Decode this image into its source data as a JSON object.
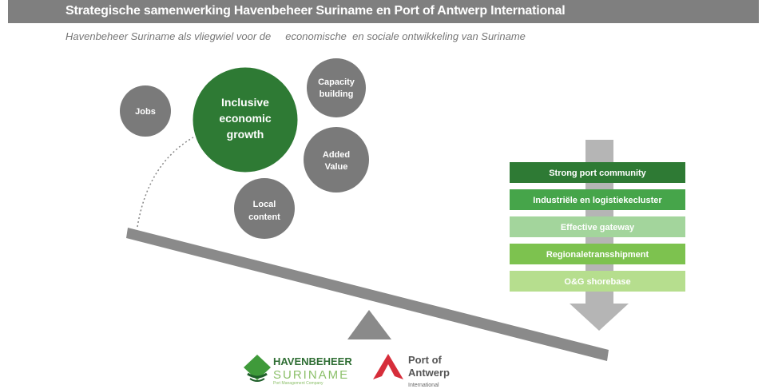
{
  "header": {
    "title": "Strategische samenwerking Havenbeheer Suriname en Port of Antwerp International",
    "subtitle": "Havenbeheer Suriname als vliegwiel voor de     economische  en sociale ontwikkeling van Suriname"
  },
  "circles": {
    "jobs": "Jobs",
    "inclusive": [
      "Inclusive",
      "economic",
      "growth"
    ],
    "capacity": [
      "Capacity",
      "building"
    ],
    "added": [
      "Added",
      "Value"
    ],
    "local": [
      "Local",
      "content"
    ]
  },
  "boxes": [
    {
      "label": "Strong port community",
      "color": "#2e7a34"
    },
    {
      "label": "Industriële en logistiekecluster",
      "color": "#46a54a"
    },
    {
      "label": "Effective gateway",
      "color": "#a3d59c"
    },
    {
      "label": "Regionaletransshipment",
      "color": "#7dc24f"
    },
    {
      "label": "O&G shorebase",
      "color": "#b6de8e"
    }
  ],
  "logos": {
    "havenbeheer": [
      "HAVENBEHEER",
      "SURINAME",
      "Port Management Company"
    ],
    "antwerp": [
      "Port of",
      "Antwerp",
      "International"
    ]
  },
  "colors": {
    "circle_gray": "#7a7a7a",
    "dark_green": "#2e7a34",
    "arrow_gray": "#b5b5b5"
  }
}
